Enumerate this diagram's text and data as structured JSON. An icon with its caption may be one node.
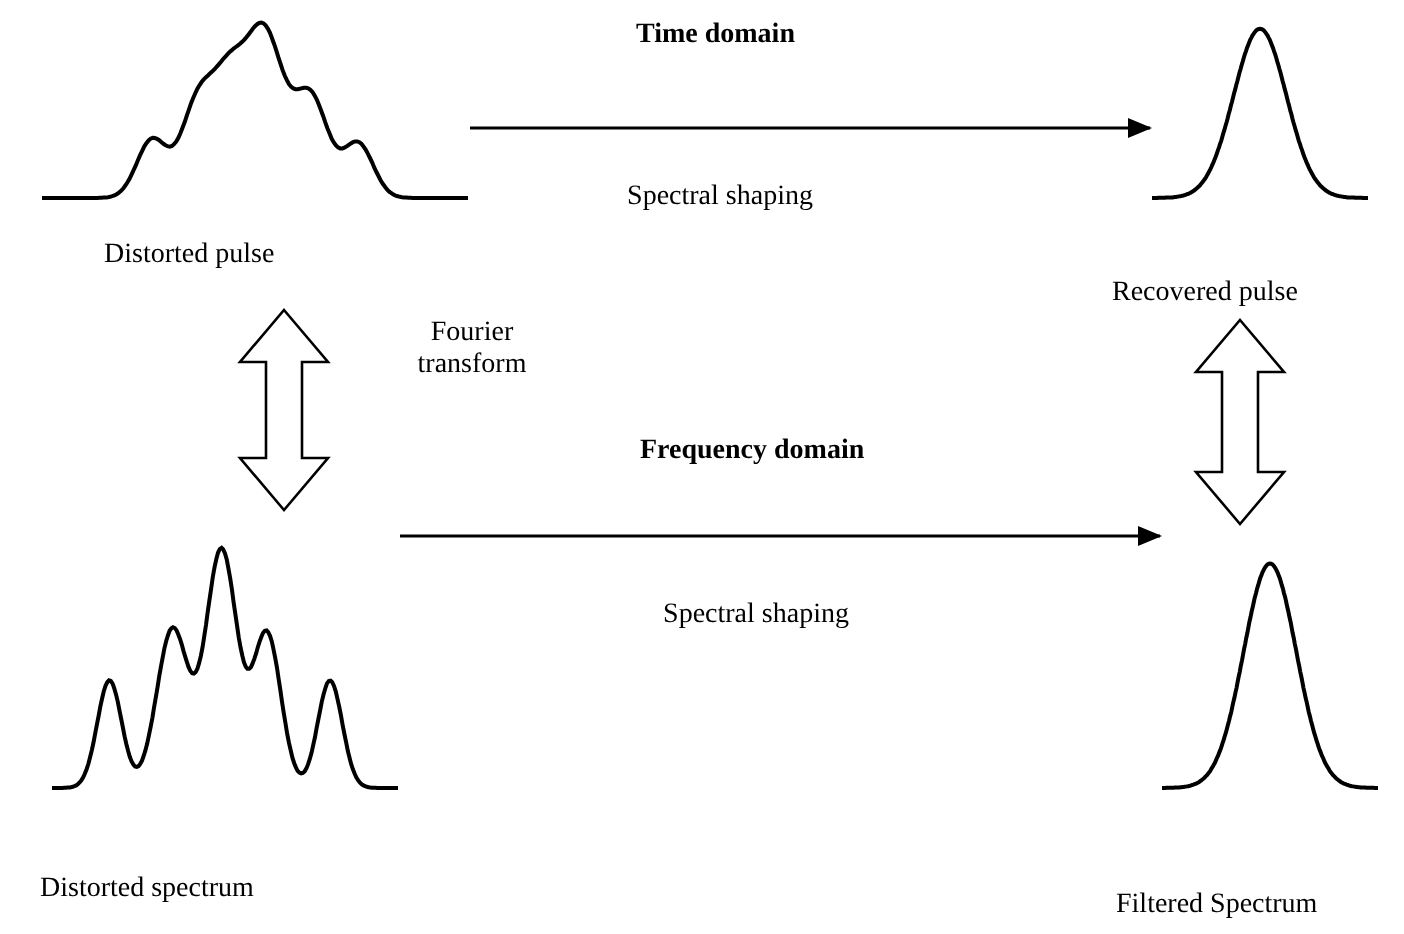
{
  "diagram": {
    "nodes": [
      {
        "text": [],
        "shape": "picture",
        "beside": [
          "Distorted pulse"
        ]
      },
      {
        "text": [],
        "shape": "picture",
        "beside": [
          "Recovered pulse"
        ]
      },
      {
        "text": [],
        "shape": "picture",
        "beside": [
          "Distorted spectrum"
        ]
      },
      {
        "text": [],
        "shape": "picture",
        "beside": [
          "Filtered Spectrum"
        ]
      }
    ],
    "edges": [
      {
        "from": 0,
        "to": 1,
        "arrow": "to",
        "label": "Spectral shaping"
      },
      {
        "from": 0,
        "to": 2,
        "arrow": "both",
        "label": "Fourier transform"
      },
      {
        "from": 1,
        "to": 3,
        "arrow": "both"
      },
      {
        "from": 2,
        "to": 3,
        "arrow": "to",
        "label": "Spectral shaping"
      }
    ],
    "labels": [
      "Time domain",
      "Frequency domain"
    ]
  }
}
